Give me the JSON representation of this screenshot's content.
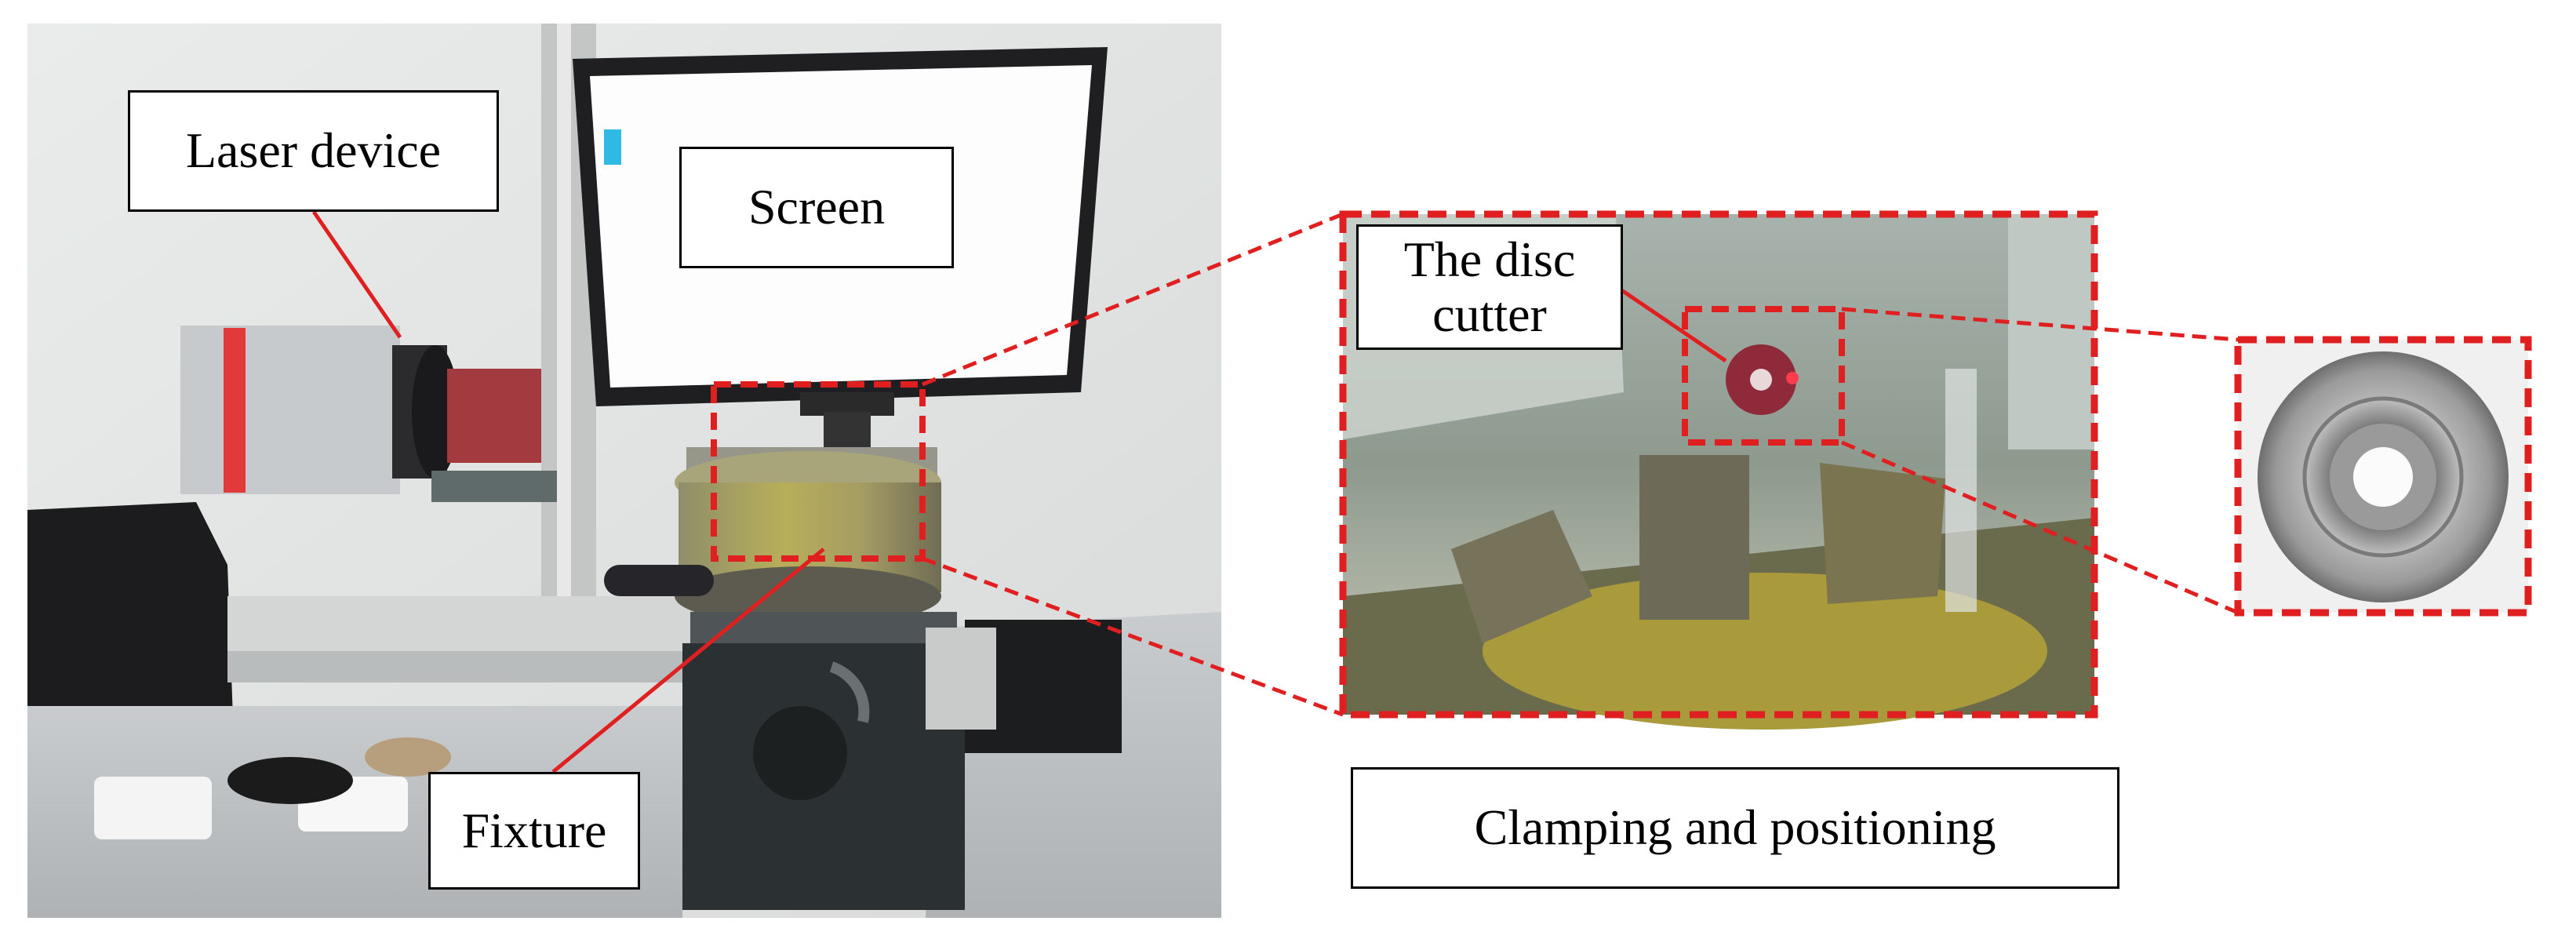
{
  "labels": {
    "laser_device": "Laser device",
    "screen": "Screen",
    "disc_cutter_line1": "The disc",
    "disc_cutter_line2": "cutter",
    "fixture": "Fixture",
    "clamping_positioning": "Clamping and positioning"
  },
  "colors": {
    "annotation_red": "#e02020",
    "label_border": "#000000"
  },
  "icons": [
    "laser-device-photo",
    "monitor-screen-photo",
    "chuck-fixture-photo",
    "disc-cutter-photo"
  ]
}
